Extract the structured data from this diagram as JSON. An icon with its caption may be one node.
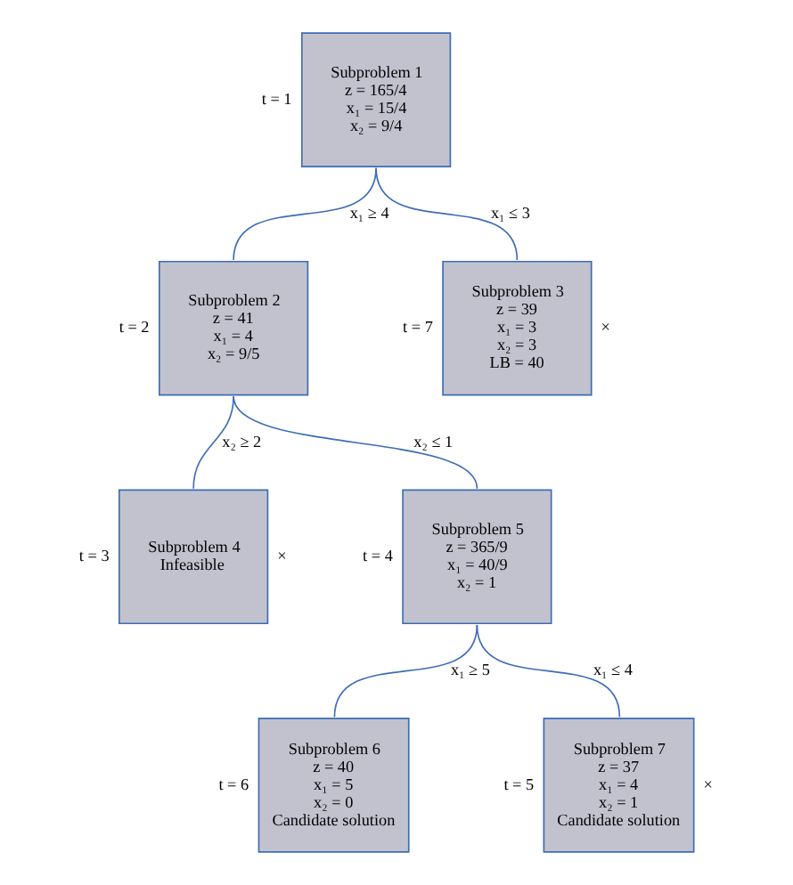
{
  "diagram": {
    "nodes": [
      {
        "text": [
          "Subproblem 1",
          "z = 165/4",
          "x₁ = 15/4",
          "x₂ = 9/4"
        ],
        "beside": [
          "t = 1"
        ]
      },
      {
        "text": [
          "Subproblem 2",
          "z = 41",
          "x₁ = 4",
          "x₂ = 9/5"
        ],
        "beside": [
          "t = 2"
        ]
      },
      {
        "text": [
          "Subproblem 3",
          "z = 39",
          "x₁ = 3",
          "x₂ = 3",
          "LB = 40"
        ],
        "beside": [
          "t = 7",
          "×"
        ]
      },
      {
        "text": [
          "Subproblem 4",
          "Infeasible"
        ],
        "beside": [
          "t = 3",
          "×"
        ]
      },
      {
        "text": [
          "Subproblem 5",
          "z = 365/9",
          "x₁ = 40/9",
          "x₂ = 1"
        ],
        "beside": [
          "t = 4"
        ]
      },
      {
        "text": [
          "Subproblem 6",
          "z = 40",
          "x₁ = 5",
          "x₂ = 0",
          "Candidate solution"
        ],
        "beside": [
          "t = 6"
        ]
      },
      {
        "text": [
          "Subproblem 7",
          "z = 37",
          "x₁ = 4",
          "x₂ = 1",
          "Candidate solution"
        ],
        "beside": [
          "t = 5",
          "×"
        ]
      }
    ],
    "edges": [
      {
        "from": 0,
        "to": 1,
        "arrow": "none",
        "label": "x₁ ≥ 4"
      },
      {
        "from": 0,
        "to": 2,
        "arrow": "none",
        "label": "x₁ ≤ 3"
      },
      {
        "from": 1,
        "to": 3,
        "arrow": "none",
        "label": "x₂ ≥ 2"
      },
      {
        "from": 1,
        "to": 4,
        "arrow": "none",
        "label": "x₂ ≤ 1"
      },
      {
        "from": 4,
        "to": 5,
        "arrow": "none",
        "label": "x₁ ≥ 5"
      },
      {
        "from": 4,
        "to": 6,
        "arrow": "none",
        "label": "x₁ ≤ 4"
      }
    ]
  }
}
